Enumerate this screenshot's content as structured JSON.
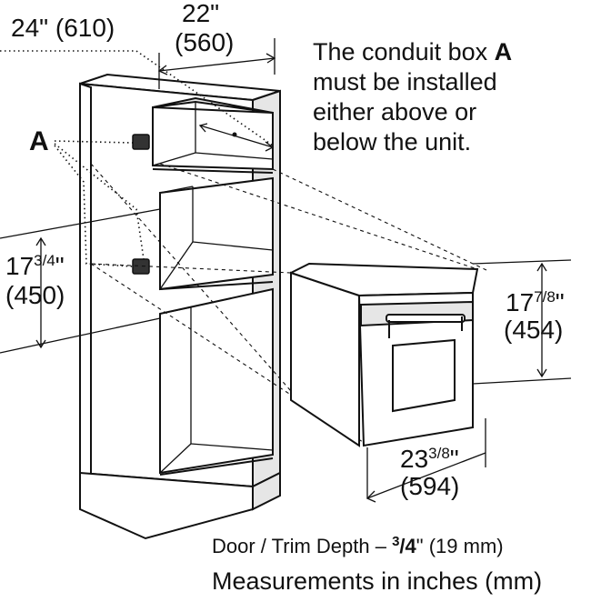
{
  "dimensions": {
    "depth_outer": "24\" (610)",
    "width_top_in": "22\"",
    "width_top_mm": "(560)",
    "cutout_height_whole": "17",
    "cutout_height_frac": "3/4",
    "cutout_height_unit": "\"",
    "cutout_height_mm": "(450)",
    "unit_height_whole": "17",
    "unit_height_frac": "7/8",
    "unit_height_unit": "\"",
    "unit_height_mm": "(454)",
    "unit_width_whole": "23",
    "unit_width_frac": "3/8",
    "unit_width_unit": "\"",
    "unit_width_mm": "(594)"
  },
  "callout_label": "A",
  "note": {
    "line1": "The conduit box ",
    "line1_bold": "A",
    "line2": "must be installed",
    "line3": "either above or",
    "line4": "below the unit."
  },
  "door_trim": {
    "prefix": "Door / Trim Depth – ",
    "num": "3",
    "den": "/4",
    "suffix": "\" (19 mm)"
  },
  "measurements_note": "Measurements in inches (mm)"
}
